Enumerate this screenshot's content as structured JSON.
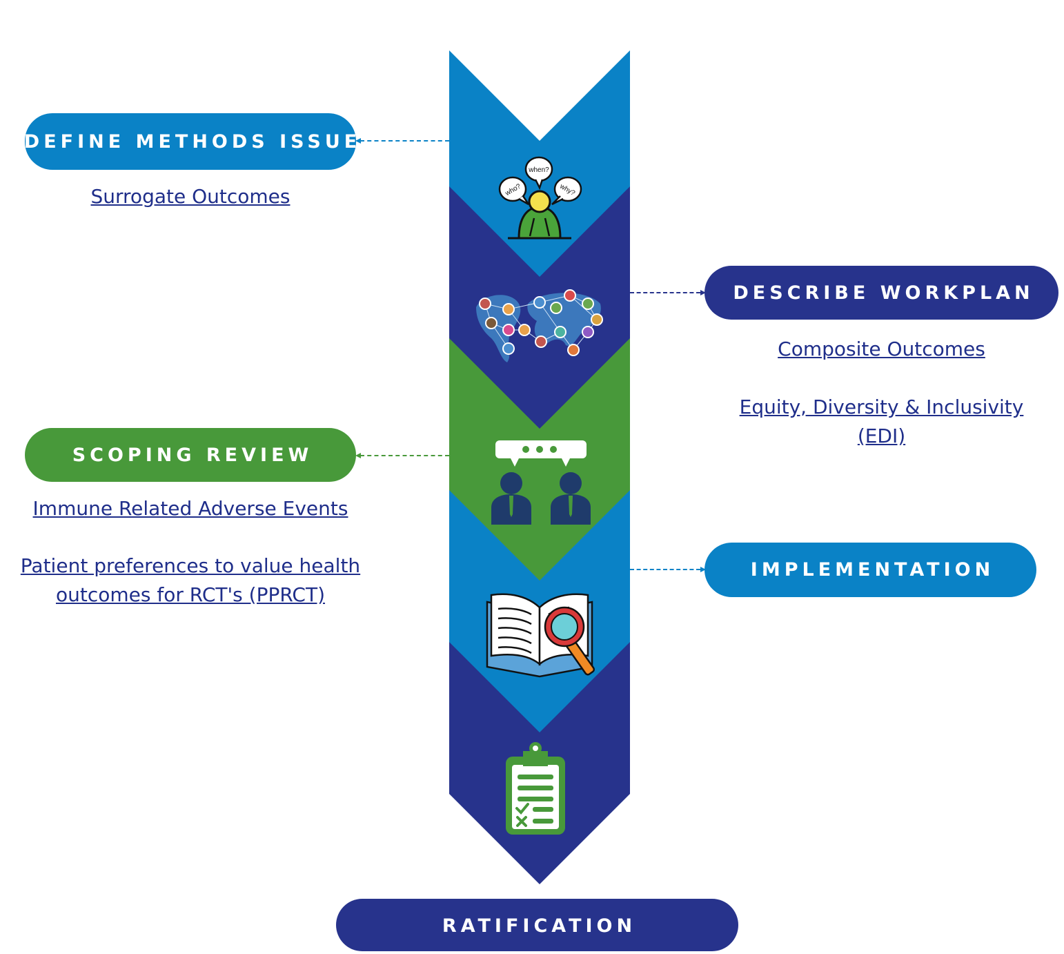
{
  "colors": {
    "light_blue": "#0a82c6",
    "dark_blue": "#27338c",
    "green": "#48993a"
  },
  "steps": [
    {
      "label": "DEFINE METHODS ISSUE",
      "color": "#0a82c6",
      "icon": "thinking-person-icon"
    },
    {
      "label": "DESCRIBE WORKPLAN",
      "color": "#27338c",
      "icon": "world-network-icon"
    },
    {
      "label": "SCOPING REVIEW",
      "color": "#48993a",
      "icon": "discussion-icon"
    },
    {
      "label": "IMPLEMENTATION",
      "color": "#0a82c6",
      "icon": "book-magnifier-icon"
    },
    {
      "label": "RATIFICATION",
      "color": "#27338c",
      "icon": "clipboard-checklist-icon"
    }
  ],
  "links": {
    "surrogate": "Surrogate Outcomes",
    "composite": "Composite Outcomes",
    "edi_line1": "Equity, Diversity & Inclusivity",
    "edi_line2": "(EDI)",
    "irae": "Immune Related Adverse Events",
    "pprct_line1": "Patient preferences to value health",
    "pprct_line2": "outcomes for RCT's (PPRCT)"
  },
  "icon_text": {
    "when": "when?",
    "who": "who?",
    "why": "why?"
  }
}
